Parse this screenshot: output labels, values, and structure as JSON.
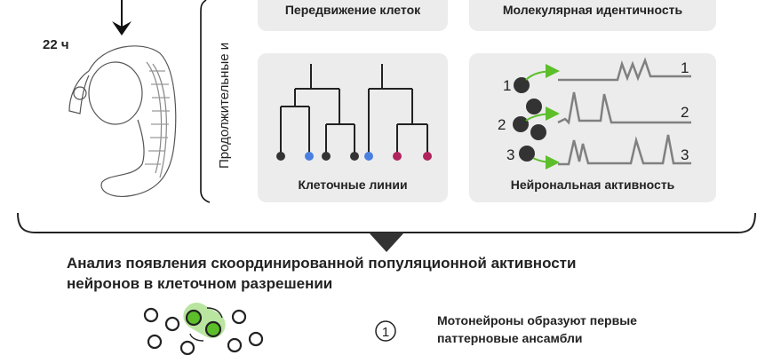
{
  "embryo": {
    "age_label": "22 ч"
  },
  "bracket_label": "Продолжительные и",
  "panels": {
    "cell_movement": "Передвижение клеток",
    "molecular_identity": "Молекулярная идентичность",
    "cell_lineages": "Клеточные линии",
    "neuronal_activity": "Нейрональная активность",
    "trace_labels": [
      "1",
      "2",
      "3"
    ]
  },
  "colors": {
    "panel_bg": "#ececec",
    "green": "#5cbf2a",
    "blue": "#4a7fe0",
    "magenta": "#b0245e",
    "trace": "#808080"
  },
  "summary": {
    "line1": "Анализ появления скоординированной популяционной активности",
    "line2": "нейронов в клеточном разрешении"
  },
  "findings": [
    {
      "number": "1",
      "line1": "Мотонейроны образуют первые",
      "line2": "паттерновые ансамбли"
    }
  ]
}
